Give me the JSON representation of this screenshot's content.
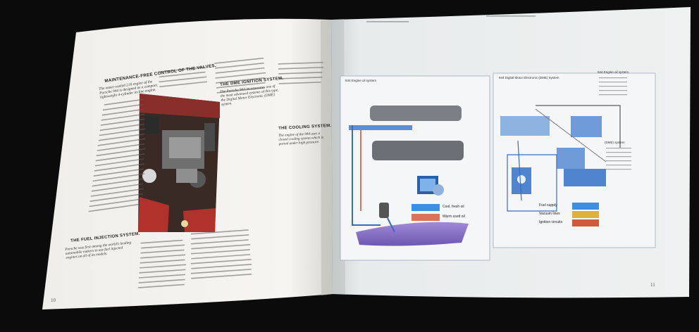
{
  "brochure": {
    "left_page": {
      "page_number": "10",
      "sections": [
        {
          "heading": "MAINTENANCE-FREE CONTROL OF THE VALVES.",
          "body_excerpt": "The water-cooled 2.0l engine of the Porsche 944 is designed as a compact, lightweight 4-cylinder in-line engine."
        },
        {
          "heading": "THE FUEL INJECTION SYSTEM.",
          "body_excerpt": "Porsche was first among the world's leading automobile makers to use fuel injected engines on all of its models."
        },
        {
          "heading": "THE DME IGNITION SYSTEM.",
          "body_excerpt": "The Porsche 944 incorporates one of the most advanced systems of this type, the Digital Motor Electronic (DME) system."
        }
      ]
    },
    "right_page": {
      "page_number": "11",
      "top_text_heading": "THE COOLING SYSTEM.",
      "top_text_excerpt": "The engine of the 944 uses a closed cooling system which is ported under high pressure.",
      "oil_diagram": {
        "title": "944 Engine oil system",
        "legend": [
          {
            "label": "Cool, fresh oil",
            "color": "#3f8fe0"
          },
          {
            "label": "Warm used oil",
            "color": "#d9735a"
          }
        ]
      },
      "dme_diagram": {
        "title": "944 Digital Motor Electronic (DME) System",
        "legend": [
          {
            "label": "Fuel supply",
            "color": "#3f8fe0"
          },
          {
            "label": "Vacuum lines",
            "color": "#e0b13a"
          },
          {
            "label": "Ignition circuits",
            "color": "#cf5a3c"
          }
        ]
      },
      "side_columns": [
        {
          "heading": "944 Engine oil system"
        },
        {
          "heading": "(DME) system"
        }
      ]
    }
  }
}
